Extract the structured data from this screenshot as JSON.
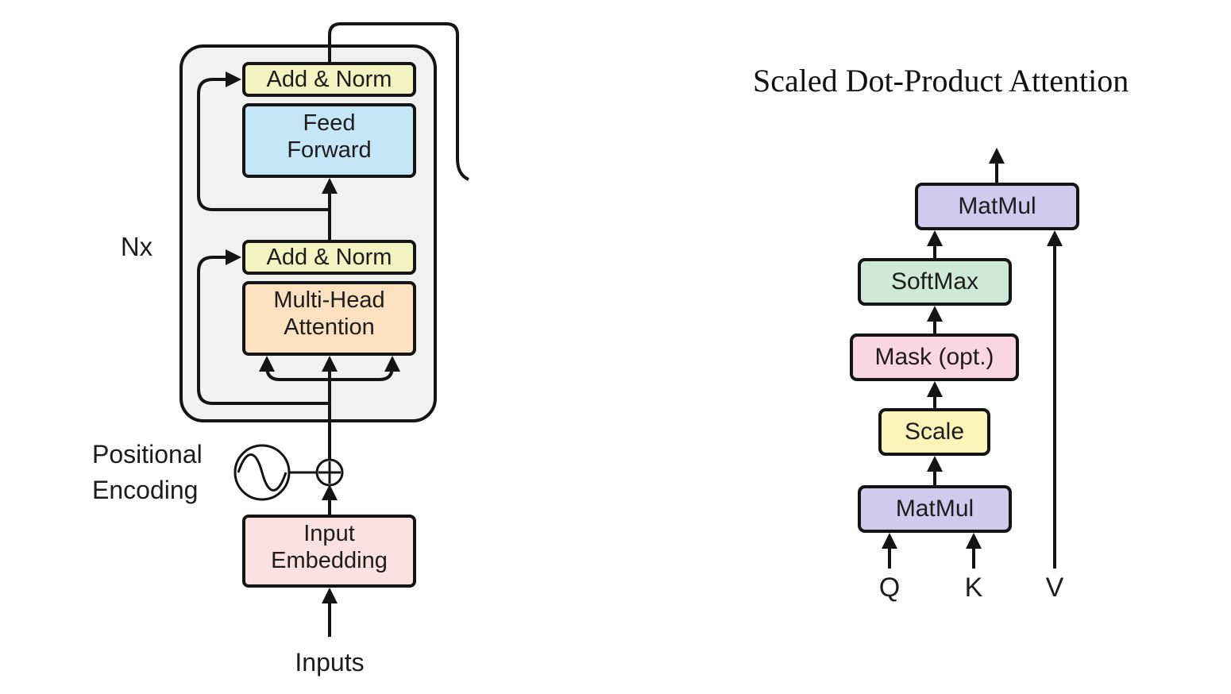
{
  "encoder": {
    "repeat_label": "Nx",
    "ffn_add_norm": "Add & Norm",
    "feed_forward": [
      "Feed",
      "Forward"
    ],
    "mha_add_norm": "Add & Norm",
    "multi_head_attention": [
      "Multi-Head",
      "Attention"
    ],
    "positional_encoding": [
      "Positional",
      "Encoding"
    ],
    "input_embedding": [
      "Input",
      "Embedding"
    ],
    "inputs": "Inputs"
  },
  "attention": {
    "title": "Scaled Dot-Product Attention",
    "matmul_top": "MatMul",
    "softmax": "SoftMax",
    "mask": "Mask (opt.)",
    "scale": "Scale",
    "matmul_bottom": "MatMul",
    "q": "Q",
    "k": "K",
    "v": "V"
  },
  "colors": {
    "add_norm": "#f2f4c2",
    "feed_forward": "#c5e6f7",
    "multi_head": "#fce0bf",
    "embedding": "#fbe1e4",
    "matmul": "#d0cbee",
    "softmax": "#cfe9d9",
    "mask": "#fad6e3",
    "scale": "#fbf4b9",
    "encoder_bg": "#f1f1f2",
    "stroke": "#141414"
  }
}
